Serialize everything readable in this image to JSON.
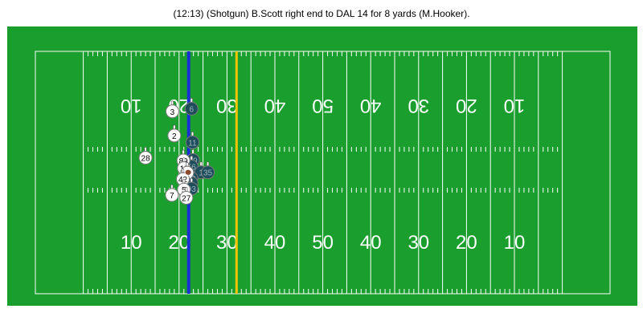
{
  "play_description": "(12:13) (Shotgun) B.Scott right end to DAL 14 for 8 yards (M.Hooker).",
  "colors": {
    "field": "#1a9e2e",
    "line_of_scrimmage": "#1a2fd6",
    "first_down": "#f5c400",
    "offense_fill": "#ffffff",
    "defense_fill": "#1e4d5c",
    "ball": "#8b4a2b"
  },
  "field_numbers_top": [
    "10",
    "20",
    "30",
    "40",
    "50",
    "40",
    "30",
    "20",
    "10"
  ],
  "field_numbers_bottom": [
    "10",
    "20",
    "30",
    "40",
    "50",
    "40",
    "30",
    "20",
    "10"
  ],
  "offense_players": [
    {
      "jersey": "3",
      "yard": 18.6,
      "lateral": 13.2
    },
    {
      "jersey": "2",
      "yard": 19.0,
      "lateral": 18.5
    },
    {
      "jersey": "28",
      "yard": 13.0,
      "lateral": 23.4
    },
    {
      "jersey": "89",
      "yard": 20.9,
      "lateral": 24.0
    },
    {
      "jersey": "11",
      "yard": 21.0,
      "lateral": 25.7
    },
    {
      "jersey": "9",
      "yard": 21.7,
      "lateral": 26.7
    },
    {
      "jersey": "42",
      "yard": 20.8,
      "lateral": 28.1
    },
    {
      "jersey": "5",
      "yard": 21.0,
      "lateral": 30.4
    },
    {
      "jersey": "7",
      "yard": 18.5,
      "lateral": 31.6
    },
    {
      "jersey": "27",
      "yard": 21.5,
      "lateral": 32.2
    }
  ],
  "defense_players": [
    {
      "jersey": "6",
      "yard": 22.6,
      "lateral": 12.6
    },
    {
      "jersey": "11",
      "yard": 22.8,
      "lateral": 20.0
    },
    {
      "jersey": "89",
      "yard": 22.9,
      "lateral": 23.9
    },
    {
      "jersey": "56",
      "yard": 22.6,
      "lateral": 25.3
    },
    {
      "jersey": "1",
      "yard": 24.6,
      "lateral": 26.6
    },
    {
      "jersey": "35",
      "yard": 26.0,
      "lateral": 26.6
    },
    {
      "jersey": "99",
      "yard": 22.6,
      "lateral": 27.9
    },
    {
      "jersey": "9",
      "yard": 22.6,
      "lateral": 29.0
    },
    {
      "jersey": "93",
      "yard": 22.6,
      "lateral": 30.2
    }
  ],
  "ball": {
    "yard": 21.9,
    "lateral": 26.6
  },
  "line_of_scrimmage_yard": 22,
  "first_down_yard": 32
}
